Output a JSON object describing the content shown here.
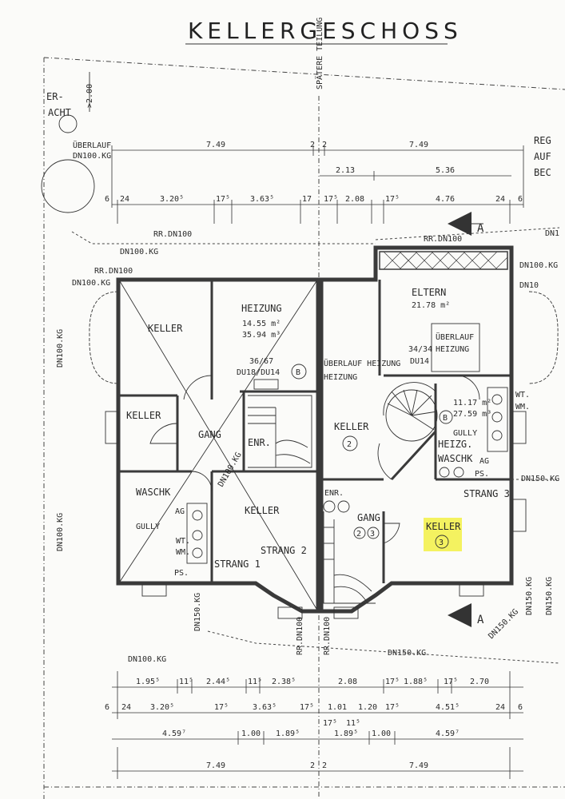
{
  "title": "KELLERGESCHOSS",
  "labels": {
    "spaetere_teilung": "SPÄTERE TEILUNG",
    "er": "ER-",
    "acht": "ACHT",
    "ueberlauf": "ÜBERLAUF",
    "dn100kg": "DN100.KG",
    "reg": "REG",
    "auf": "AUF",
    "bec": "BEC",
    "rr_dn100_top": "RR.DN100",
    "dn100_kg_left": "DN100.KG",
    "rr_dn100_left": "RR.DN100",
    "dn100_kg_left2": "DN100.KG",
    "rr_dn100_right": "RR.DN100",
    "dn100_kg_right": "DN100.KG",
    "dn100_right": "DN10",
    "dn100_kg_vertical_left": "DN100.KG",
    "dn100_kg_vertical_left2": "DN100.KG",
    "dn100_kg_diag": "DN100.KG",
    "dn150_kg_left": "DN150.KG",
    "rr_dn100_bottom1": "RR.DN100",
    "rr_dn100_bottom2": "RR.DN100",
    "dn150_kg_bottom": "DN150.KG",
    "dn100_kg_bottom": "DN100.KG",
    "dn150_kg_right": "DN150.KG",
    "dn150_kg_right_vert": "DN150.KG",
    "dn150_kg_right_vert2": "DN150.KG",
    "dn150_kg_strang": "DN150.KG",
    "dn_right_edge": "DN1"
  },
  "section": {
    "a_top": "A",
    "a_bottom": "A"
  },
  "rooms": {
    "keller_nw": "KELLER",
    "heizung": "HEIZUNG",
    "heizung_area1": "14.55 m²",
    "heizung_area2": "35.94 m³",
    "heizung_du": "36/67",
    "heizung_du2": "DU18/DU14",
    "keller_w": "KELLER",
    "gang_left": "GANG",
    "enr_left": "ENR.",
    "waschk_left": "WASCHK",
    "ag_left": "AG",
    "gully_left": "GULLY",
    "wt_left": "WT.",
    "wm_left": "WM.",
    "ps_left": "PS.",
    "strang1": "STRANG 1",
    "keller_center": "KELLER",
    "strang2": "STRANG 2",
    "ueberlauf_heizung": "ÜBERLAUF HEIZUNG",
    "ueberlauf_heizung2": "HEIZUNG",
    "keller_mid": "KELLER",
    "keller_mid_num": "2",
    "eltern": "ELTERN",
    "eltern_area": "21.78 m²",
    "ueberlauf_heizung_right": "ÜBERLAUF",
    "ueberlauf_heizung_right2": "HEIZUNG",
    "du_34": "34/34",
    "du_14": "DU14",
    "heizg_area1": "11.17 m²",
    "heizg_area2": "27.59 m³",
    "gully_right": "GULLY",
    "heizg": "HEIZG.",
    "waschk_right": "WASCHK",
    "ag_right": "AG",
    "ps_right": "PS.",
    "wt_right": "WT.",
    "wm_right": "WM.",
    "strang3": "STRANG 3",
    "enr_mid": "ENR.",
    "gang_right": "GANG",
    "keller_highlight": "KELLER",
    "keller_highlight_num": "3",
    "circle_b_left": "B",
    "circle_b_right": "B",
    "num2": "2",
    "num3": "3"
  },
  "dims_top": {
    "row1": [
      "7.49",
      "2",
      "2",
      "7.49"
    ],
    "row2": [
      "2.13",
      "5.36"
    ],
    "row3": [
      "6",
      "24",
      "3.20⁵",
      "17⁵",
      "3.63⁵",
      "17",
      "17⁵",
      "2.08",
      "17⁵",
      "4.76",
      "24",
      "6"
    ],
    "side": ">2.00"
  },
  "dims_bottom": {
    "row1": [
      "1.95⁵",
      "11⁵",
      "2.44⁵",
      "11⁵",
      "2.38⁵",
      "2.08",
      "17⁵",
      "1.88⁵",
      "17⁵",
      "2.70"
    ],
    "row2": [
      "6",
      "24",
      "3.20⁵",
      "17⁵",
      "3.63⁵",
      "17⁵",
      "1.01",
      "1.20",
      "17⁵",
      "4.51⁵",
      "24",
      "6"
    ],
    "row2b": [
      "17⁵",
      "11⁵"
    ],
    "row3": [
      "4.59⁷",
      "1.00",
      "1.89⁵",
      "1.89⁵",
      "1.00",
      "4.59⁷"
    ],
    "row4": [
      "7.49",
      "2",
      "2",
      "7.49"
    ]
  },
  "colors": {
    "highlight": "#f3f03a",
    "ink": "#333333",
    "paper": "#fbfbf9"
  }
}
